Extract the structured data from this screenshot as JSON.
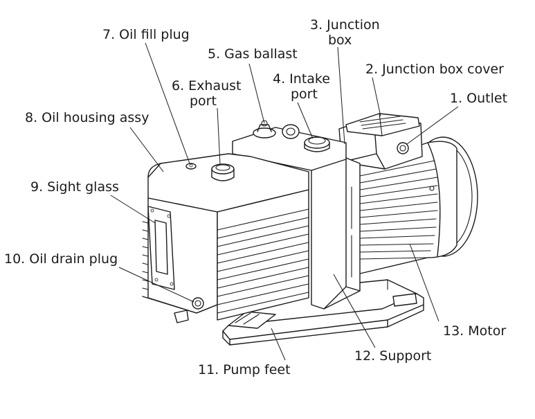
{
  "labels": {
    "outlet": "1. Outlet",
    "junction_box_cover": "2. Junction box cover",
    "junction_box_line1": "3. Junction",
    "junction_box_line2": "box",
    "intake_port_line1": "4. Intake",
    "intake_port_line2": "port",
    "gas_ballast": "5. Gas ballast",
    "exhaust_port_line1": "6. Exhaust",
    "exhaust_port_line2": "port",
    "oil_fill_plug": "7. Oil fill plug",
    "oil_housing_assy": "8. Oil housing assy",
    "sight_glass": "9. Sight glass",
    "oil_drain_plug": "10. Oil drain plug",
    "pump_feet": "11. Pump feet",
    "support": "12. Support",
    "motor": "13. Motor"
  }
}
